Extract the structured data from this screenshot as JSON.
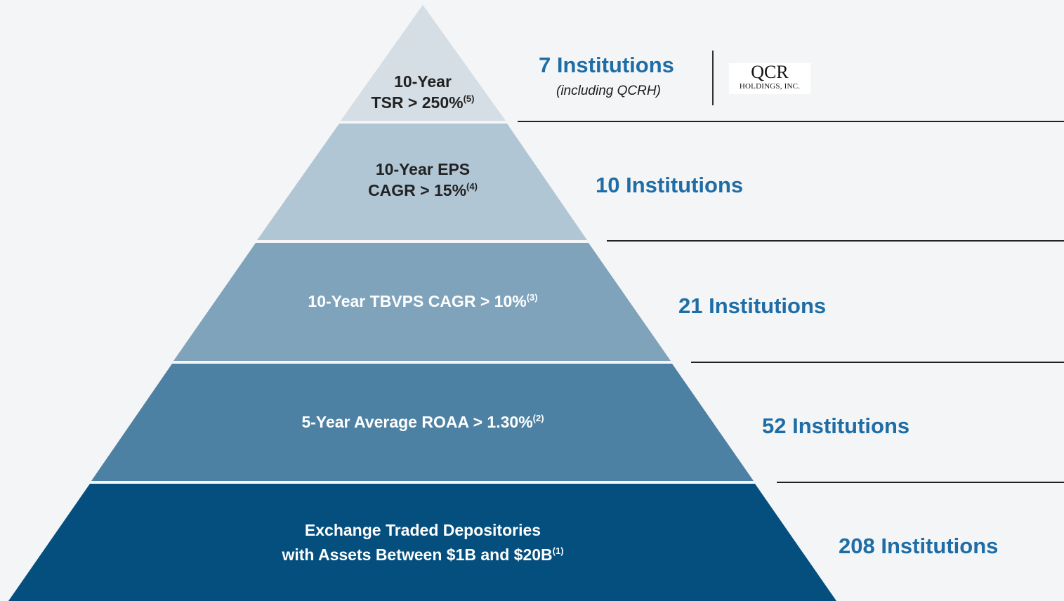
{
  "tiers": [
    {
      "label_lines": [
        "10-Year",
        "TSR > 250%"
      ],
      "footnote": "(5)",
      "count": "7 Institutions",
      "sub": "(including QCRH)",
      "fill": "#d5dee5",
      "text_color": "#222222"
    },
    {
      "label_lines": [
        "10-Year EPS",
        "CAGR > 15%"
      ],
      "footnote": "(4)",
      "count": "10 Institutions",
      "fill": "#b0c6d4",
      "text_color": "#222222"
    },
    {
      "label_lines": [
        "10-Year TBVPS CAGR > 10%"
      ],
      "footnote": "(3)",
      "count": "21 Institutions",
      "fill": "#7fa3bb",
      "text_color": "#ffffff"
    },
    {
      "label_lines": [
        "5-Year Average ROAA > 1.30%"
      ],
      "footnote": "(2)",
      "count": "52 Institutions",
      "fill": "#4d81a3",
      "text_color": "#ffffff"
    },
    {
      "label_lines": [
        "Exchange Traded Depositories",
        "with Assets Between $1B and $20B"
      ],
      "footnote": "(1)",
      "count": "208 Institutions",
      "fill": "#044f7e",
      "text_color": "#ffffff"
    }
  ],
  "logo": {
    "main": "QCR",
    "sub": "HOLDINGS, INC."
  },
  "colors": {
    "accent": "#1e6da6",
    "background": "#f4f5f6"
  }
}
